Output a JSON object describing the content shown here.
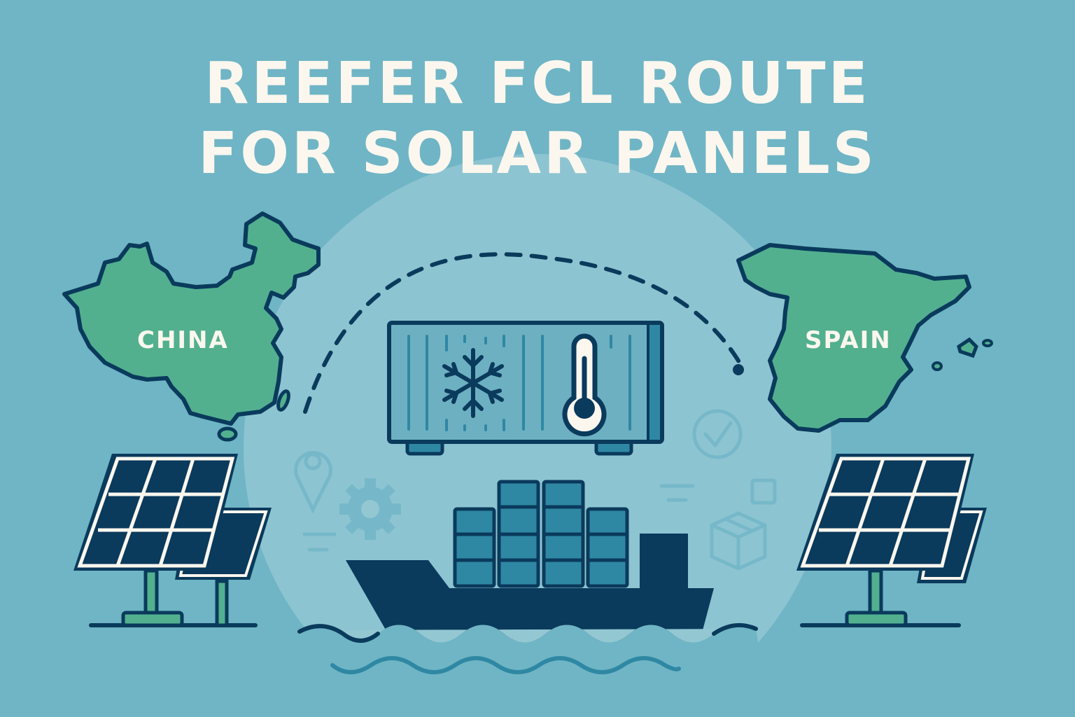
{
  "title": {
    "line1": "REEFER FCL ROUTE",
    "line2": "FOR SOLAR PANELS"
  },
  "route": {
    "origin": "CHINA",
    "destination": "SPAIN"
  },
  "icons": [
    "map-china",
    "map-spain",
    "reefer-container",
    "snowflake-icon",
    "thermometer-icon",
    "container-ship",
    "solar-panel-left",
    "solar-panel-right",
    "location-pin-icon",
    "gear-icon",
    "check-circle-icon",
    "box-icon",
    "waves"
  ],
  "colors": {
    "background": "#6fb5c5",
    "circle": "#93c7d2",
    "navy": "#0a3a5c",
    "land": "#52b08f",
    "container_fill": "#6db0c2",
    "container_accent": "#2f88a3",
    "text": "#fbf7ee"
  }
}
